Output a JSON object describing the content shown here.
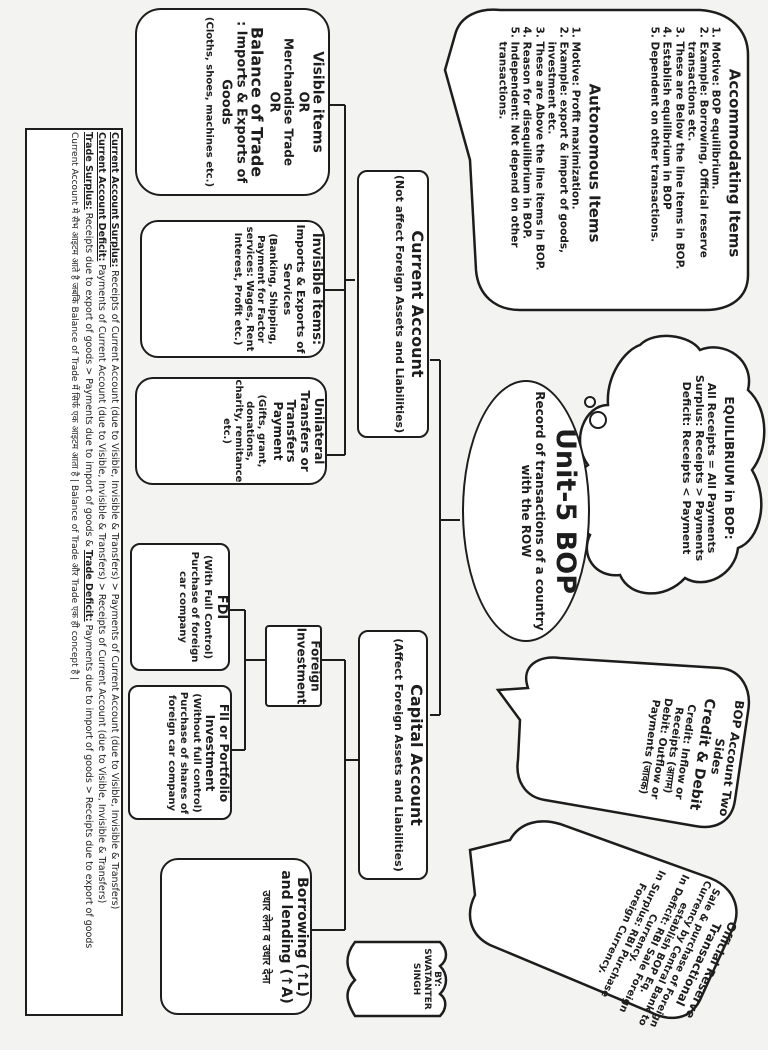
{
  "title": {
    "heading": "Unit-5 BOP",
    "subtitle": "Record of transactions of a country with the ROW"
  },
  "current_account": {
    "title": "Current Account",
    "note": "(Not affect Foreign Assets and Liabilities)"
  },
  "capital_account": {
    "title": "Capital Account",
    "note": "(Affect Foreign Assets and Liabilities)"
  },
  "visible_items": {
    "title": "Visible items",
    "or1": "OR",
    "alt1": "Merchandise Trade",
    "or2": "OR",
    "alt2": "Balance of Trade",
    "desc": ": Imports & Exports of Goods",
    "examples": "(Cloths, shoes, machines etc.)"
  },
  "invisible_items": {
    "title": "Invisible items:",
    "desc": "Imports & Exports of Services",
    "examples": "(Banking, Shipping, Payment for Factor services: Wages, Rent Interest, Profit etc.)"
  },
  "unilateral": {
    "title": "Unilateral Transfers or Transfers Payment",
    "examples": "(Gifts, grant, donations, charity, remitance etc.)"
  },
  "autonomous": {
    "title": "Autonomous Items",
    "items": [
      "Motive: Profit maximization.",
      "Example: export & import of goods, investment etc.",
      "These are Above the line items in BOP.",
      "Reason for disequilibrium in BOP.",
      "Independent: Not depend on other transactions."
    ]
  },
  "accommodating": {
    "title": "Accommodating Items",
    "items": [
      "Motive: BOP equilibrium.",
      "Example: Borrowing, Official reserve transactions etc.",
      "These are Below the line items in BOP.",
      "Establish equilibrium in BOP",
      "Dependent on other transactions."
    ]
  },
  "equilibrium": {
    "title": "EQUILIBRIUM in BOP:",
    "line1": "All Receipts = All Payments",
    "line2": "Surplus: Receipts > Payments",
    "line3": "Deficit: Receipts < Payment"
  },
  "bop_account": {
    "title": "BOP Account Two Sides",
    "subtitle": "Credit & Debit",
    "credit": "Credit: Inflow or Receipts (आगम)",
    "debit": "Debit: Outflow or Payments (जावक)"
  },
  "official_reserve": {
    "title": "Official Reserve Transactional",
    "line1": "Sale & purchase of Foreign Currency by Central Bank to establish BOP Eq.",
    "line2": "In Deficit: RBI Sale Foreign Currency.",
    "line3": "In Surplus: RBI Purchase Foreign Currency."
  },
  "foreign_investment": {
    "title": "Foreign Investment"
  },
  "fdi": {
    "title": "FDI",
    "note": "(With Full Control)",
    "example": "Purchase of foreign car company"
  },
  "fii": {
    "title": "FII or Portfolio Investment",
    "note": "(Without full control)",
    "example": "Purchase of shares of foreign car company"
  },
  "borrowing": {
    "title": "Borrowing (↑L) and lending (↑A)",
    "hindi": "उधार लेना व उधार देना"
  },
  "author": {
    "label": "BY: SWATANTER SINGH"
  },
  "footer": {
    "surplus_label": "Current Account Surplus:",
    "surplus_text": "Receipts of Current Account (due to Visible, Invisible & Transfers) > Payments of Current Account (due to Visible, Invisible & Transfers)",
    "deficit_label": "Current Account Deficit:",
    "deficit_text": "Payments of Current Account (due to Visible, Invisible & Transfers) > Receipts of Current Account (due to Visible, Invisible & Transfers)",
    "trade_surplus_label": "Trade Surplus:",
    "trade_surplus_text": "Receipts due to export of goods > Payments due to import of goods &",
    "trade_deficit_label": "Trade Deficit:",
    "trade_deficit_text": "Payments due to import of goods > Receipts due to export of goods",
    "hindi_note": "Current Account मे सैभ आइटम आते है जबकि Balance of Trade में सिर्फ एक आइटम आता है | Balance of Trade और Trade एक ही concept है |"
  }
}
